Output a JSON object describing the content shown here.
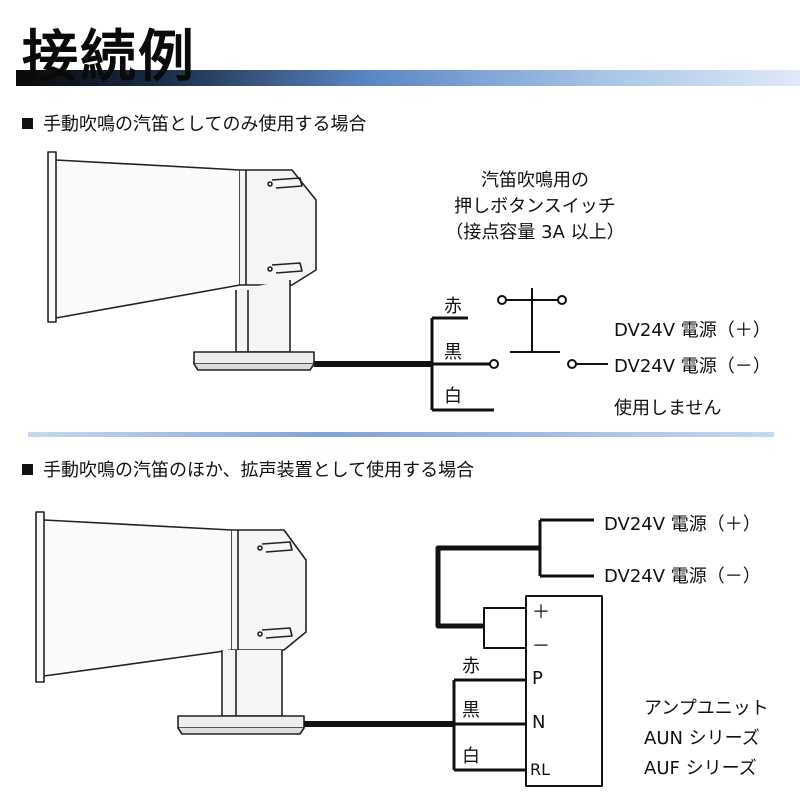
{
  "title": "接続例",
  "section1": {
    "heading": "手動吹鳴の汽笛としてのみ使用する場合",
    "switch_label_line1": "汽笛吹鳴用の",
    "switch_label_line2": "押しボタンスイッチ",
    "switch_label_line3": "（接点容量 3A 以上）",
    "wire_red": "赤",
    "wire_black": "黒",
    "wire_white": "白",
    "power_plus": "DV24V 電源（＋）",
    "power_minus": "DV24V 電源（－）",
    "unused": "使用しません"
  },
  "section2": {
    "heading": "手動吹鳴の汽笛のほか、拡声装置として使用する場合",
    "power_plus": "DV24V 電源（＋）",
    "power_minus": "DV24V 電源（－）",
    "terminal_plus": "＋",
    "terminal_minus": "－",
    "terminal_p": "P",
    "terminal_n": "N",
    "terminal_rl": "RL",
    "wire_red": "赤",
    "wire_black": "黒",
    "wire_white": "白",
    "amp_label_line1": "アンプユニット",
    "amp_label_line2": "AUN シリーズ",
    "amp_label_line3": "AUF シリーズ"
  }
}
